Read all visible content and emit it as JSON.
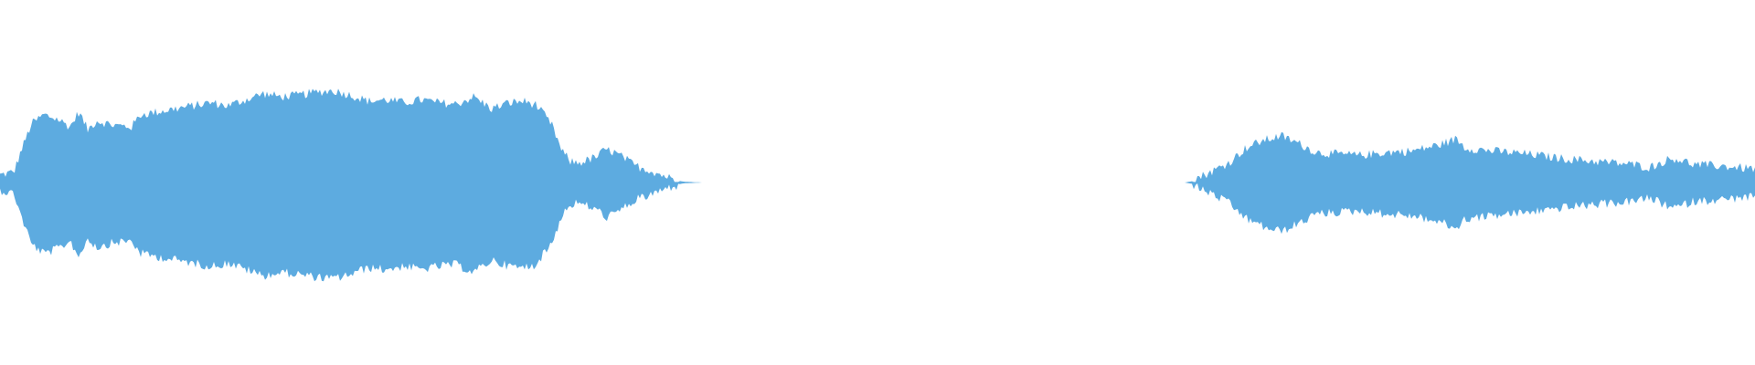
{
  "waveform": {
    "color": "#5DABE0",
    "background": "#FFFFFF",
    "envelope": [
      [
        0.0,
        0.04
      ],
      [
        0.008,
        0.06
      ],
      [
        0.012,
        0.2
      ],
      [
        0.018,
        0.38
      ],
      [
        0.025,
        0.44
      ],
      [
        0.033,
        0.41
      ],
      [
        0.04,
        0.36
      ],
      [
        0.045,
        0.46
      ],
      [
        0.05,
        0.34
      ],
      [
        0.055,
        0.4
      ],
      [
        0.065,
        0.37
      ],
      [
        0.075,
        0.36
      ],
      [
        0.08,
        0.44
      ],
      [
        0.09,
        0.46
      ],
      [
        0.1,
        0.48
      ],
      [
        0.11,
        0.5
      ],
      [
        0.12,
        0.52
      ],
      [
        0.13,
        0.5
      ],
      [
        0.14,
        0.54
      ],
      [
        0.15,
        0.58
      ],
      [
        0.16,
        0.56
      ],
      [
        0.17,
        0.57
      ],
      [
        0.18,
        0.59
      ],
      [
        0.19,
        0.6
      ],
      [
        0.2,
        0.57
      ],
      [
        0.21,
        0.53
      ],
      [
        0.22,
        0.54
      ],
      [
        0.23,
        0.52
      ],
      [
        0.24,
        0.54
      ],
      [
        0.25,
        0.52
      ],
      [
        0.26,
        0.51
      ],
      [
        0.27,
        0.56
      ],
      [
        0.275,
        0.52
      ],
      [
        0.28,
        0.48
      ],
      [
        0.29,
        0.52
      ],
      [
        0.298,
        0.53
      ],
      [
        0.305,
        0.51
      ],
      [
        0.31,
        0.44
      ],
      [
        0.315,
        0.36
      ],
      [
        0.32,
        0.2
      ],
      [
        0.325,
        0.13
      ],
      [
        0.33,
        0.12
      ],
      [
        0.34,
        0.16
      ],
      [
        0.345,
        0.21
      ],
      [
        0.35,
        0.19
      ],
      [
        0.356,
        0.15
      ],
      [
        0.362,
        0.1
      ],
      [
        0.368,
        0.08
      ],
      [
        0.375,
        0.05
      ],
      [
        0.382,
        0.02
      ],
      [
        0.39,
        0.005
      ],
      [
        0.4,
        0.0
      ],
      [
        0.675,
        0.0
      ],
      [
        0.68,
        0.01
      ],
      [
        0.69,
        0.06
      ],
      [
        0.7,
        0.12
      ],
      [
        0.71,
        0.22
      ],
      [
        0.72,
        0.27
      ],
      [
        0.73,
        0.3
      ],
      [
        0.74,
        0.25
      ],
      [
        0.75,
        0.19
      ],
      [
        0.76,
        0.18
      ],
      [
        0.775,
        0.17
      ],
      [
        0.79,
        0.19
      ],
      [
        0.805,
        0.2
      ],
      [
        0.82,
        0.24
      ],
      [
        0.83,
        0.28
      ],
      [
        0.835,
        0.22
      ],
      [
        0.85,
        0.2
      ],
      [
        0.87,
        0.18
      ],
      [
        0.89,
        0.15
      ],
      [
        0.91,
        0.13
      ],
      [
        0.93,
        0.11
      ],
      [
        0.94,
        0.09
      ],
      [
        0.95,
        0.14
      ],
      [
        0.955,
        0.15
      ],
      [
        0.965,
        0.11
      ],
      [
        0.98,
        0.1
      ],
      [
        1.0,
        0.08
      ]
    ]
  }
}
